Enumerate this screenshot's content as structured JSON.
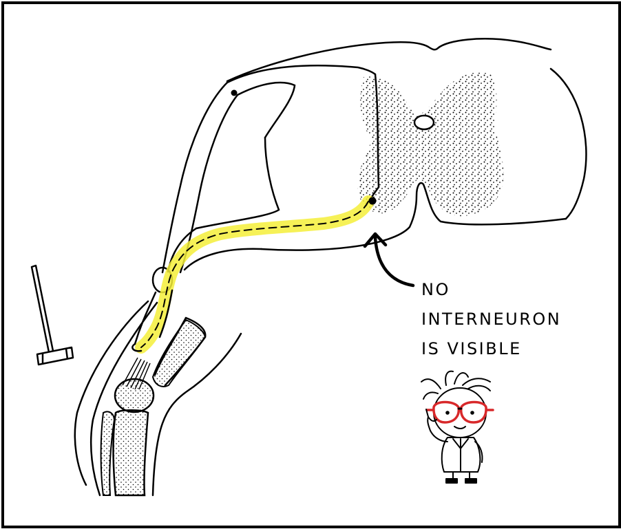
{
  "annotation": {
    "lines": [
      "NO",
      "INTERNEURON",
      "IS VISIBLE"
    ]
  },
  "colors": {
    "highlight": "#f5ef3a",
    "ink": "#000000",
    "goggle_frame": "#d8282a"
  },
  "icons": [
    "reflex-hammer-icon",
    "scientist-character-icon",
    "curved-arrow-icon"
  ]
}
